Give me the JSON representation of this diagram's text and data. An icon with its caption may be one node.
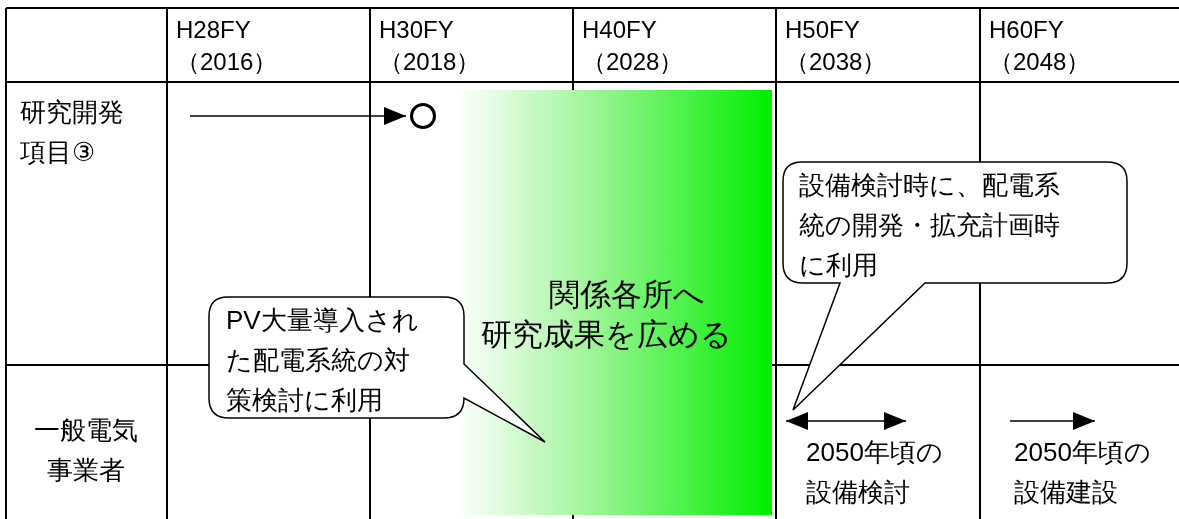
{
  "diagram": {
    "nodes": [
      {
        "text": [
          "関係各所へ研究成果を広める"
        ]
      },
      {
        "text": [
          "PV大量導入された配電系統の対策検討に利用"
        ]
      },
      {
        "text": [
          "設備検討時に、配電系統の開発・拡充計画時に利用"
        ]
      },
      {
        "text": [],
        "shape": "circle"
      }
    ],
    "edges": [
      {
        "from": null,
        "to": 3,
        "arrow": "to"
      }
    ],
    "labels": [
      "H28FY （2016）",
      "H30FY （2018）",
      "H40FY （2028）",
      "H50FY （2038）",
      "H60FY （2048）",
      "研究開発項目③",
      "一般電気事業者",
      "2050年頃の設備検討",
      "2050年頃の設備建設"
    ]
  }
}
